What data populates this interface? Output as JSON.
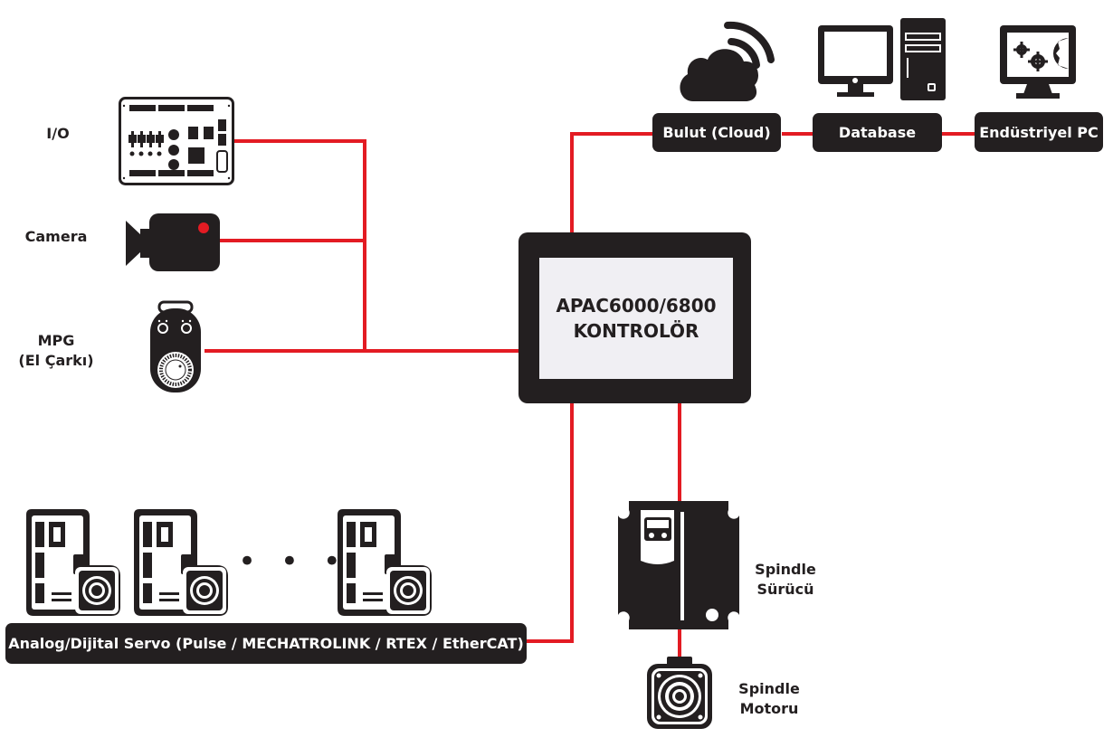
{
  "colors": {
    "wire": "#e31b23",
    "dark": "#231f20",
    "screen": "#f0eff3",
    "accent_dot": "#e31b23"
  },
  "controller": {
    "line1": "APAC6000/6800",
    "line2": "KONTROLÖR",
    "icon": "controller-screen-icon"
  },
  "left_devices": [
    {
      "id": "io",
      "label": "I/O",
      "icon": "io-board-icon"
    },
    {
      "id": "camera",
      "label": "Camera",
      "icon": "video-camera-icon"
    },
    {
      "id": "mpg",
      "label_line1": "MPG",
      "label_line2": "(El Çarkı)",
      "icon": "handwheel-icon"
    }
  ],
  "top_nodes": [
    {
      "id": "cloud",
      "label": "Bulut (Cloud)",
      "icon": "cloud-wifi-icon"
    },
    {
      "id": "database",
      "label": "Database",
      "icon": "desktop-computer-icon"
    },
    {
      "id": "industrial_pc",
      "label": "Endüstriyel PC",
      "icon": "monitor-gears-icon"
    }
  ],
  "servo": {
    "label": "Analog/Dijital Servo (Pulse / MECHATROLINK / RTEX / EtherCAT)",
    "drive_count_shown": 3,
    "ellipsis": "• • •",
    "icon": "servo-drive-motor-icon"
  },
  "spindle": {
    "driver_label_line1": "Spindle",
    "driver_label_line2": "Sürücü",
    "motor_label_line1": "Spindle",
    "motor_label_line2": "Motoru",
    "driver_icon": "spindle-driver-icon",
    "motor_icon": "spindle-motor-icon"
  }
}
